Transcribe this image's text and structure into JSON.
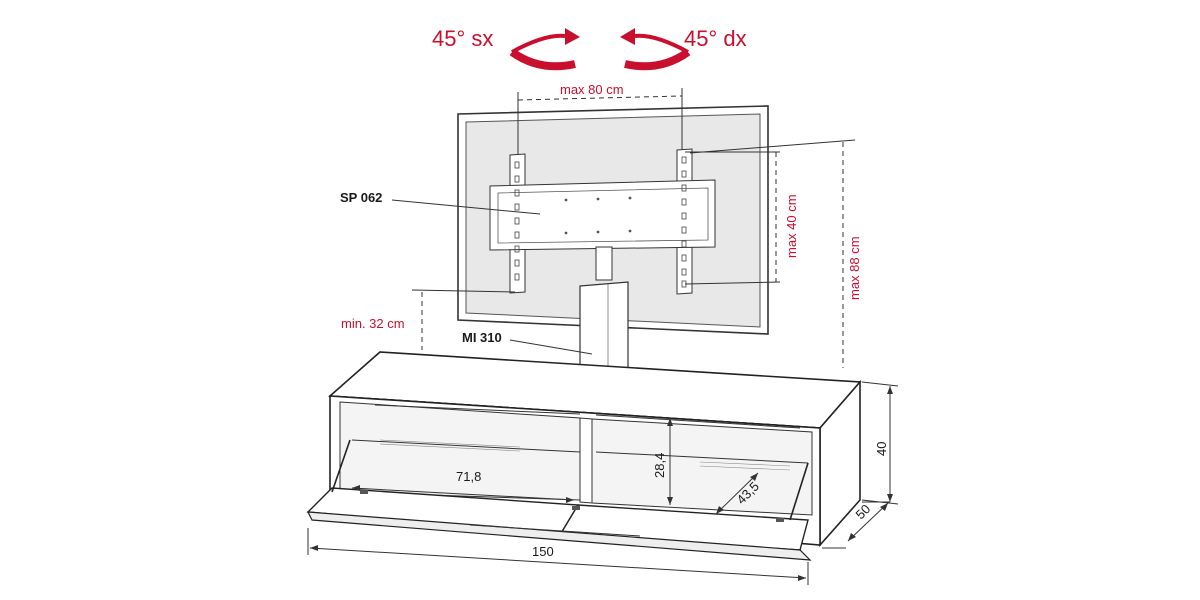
{
  "rotation": {
    "left_label": "45° sx",
    "right_label": "45° dx",
    "arrow_color": "#c8102e"
  },
  "parts": {
    "bracket_code": "SP 062",
    "stand_code": "MI 310"
  },
  "dimensions_red": {
    "max_width": "max 80 cm",
    "max_height_bracket": "max 40 cm",
    "max_height_total": "max 88 cm",
    "min_height_screen": "min. 32 cm",
    "color": "#c8102e"
  },
  "dimensions_cabinet": {
    "width": "150",
    "height": "40",
    "depth": "50",
    "interior_width": "71,8",
    "interior_height": "28,4",
    "interior_depth": "43,5"
  }
}
